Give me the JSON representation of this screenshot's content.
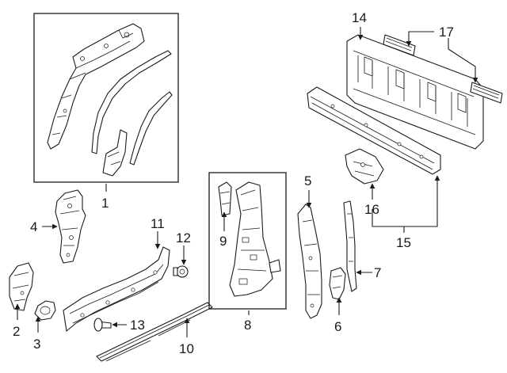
{
  "diagram": {
    "callouts": [
      {
        "id": "c1",
        "label": "1"
      },
      {
        "id": "c2",
        "label": "2"
      },
      {
        "id": "c3",
        "label": "3"
      },
      {
        "id": "c4",
        "label": "4"
      },
      {
        "id": "c5",
        "label": "5"
      },
      {
        "id": "c6",
        "label": "6"
      },
      {
        "id": "c7",
        "label": "7"
      },
      {
        "id": "c8",
        "label": "8"
      },
      {
        "id": "c9",
        "label": "9"
      },
      {
        "id": "c10",
        "label": "10"
      },
      {
        "id": "c11",
        "label": "11"
      },
      {
        "id": "c12",
        "label": "12"
      },
      {
        "id": "c13",
        "label": "13"
      },
      {
        "id": "c14",
        "label": "14"
      },
      {
        "id": "c15",
        "label": "15"
      },
      {
        "id": "c16",
        "label": "16"
      },
      {
        "id": "c17",
        "label": "17"
      }
    ],
    "colors": {
      "line": "#1a1a1a",
      "background": "#ffffff"
    }
  }
}
